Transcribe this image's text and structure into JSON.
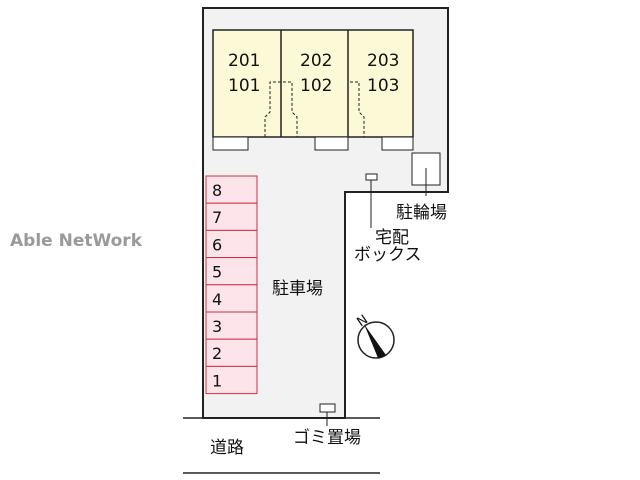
{
  "watermark": "Able NetWork",
  "units": [
    {
      "upper": "201",
      "lower": "101"
    },
    {
      "upper": "202",
      "lower": "102"
    },
    {
      "upper": "203",
      "lower": "103"
    }
  ],
  "parking_slots": [
    "8",
    "7",
    "6",
    "5",
    "4",
    "3",
    "2",
    "1"
  ],
  "labels": {
    "parking": "駐車場",
    "bicycle_parking": "駐輪場",
    "delivery_box_line1": "宅配",
    "delivery_box_line2": "ボックス",
    "garbage": "ゴミ置場",
    "road": "道路",
    "north": "N"
  },
  "colors": {
    "lot": "#f2f2f2",
    "building": "#fcfad6",
    "slot_fill": "#fde3ea",
    "slot_stroke": "#cc3344"
  }
}
